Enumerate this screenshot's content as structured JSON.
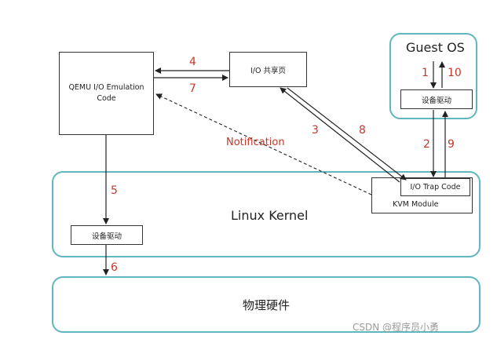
{
  "boxes": {
    "guest_os": "Guest OS",
    "guest_driver": "设备驱动",
    "qemu": "QEMU I/O Emulation\nCode",
    "io_shared_page": "I/O 共享页",
    "linux_kernel": "Linux Kernel",
    "io_trap_code": "I/O Trap Code",
    "kvm_module": "KVM Module",
    "kernel_driver": "设备驱动",
    "hardware": "物理硬件"
  },
  "steps": [
    "1",
    "2",
    "3",
    "4",
    "5",
    "6",
    "7",
    "8",
    "9",
    "10"
  ],
  "notification": "Notification",
  "watermark": "CSDN @程序员小勇",
  "colors": {
    "border": "#5fb6bc",
    "numbers": "#c0392b"
  }
}
